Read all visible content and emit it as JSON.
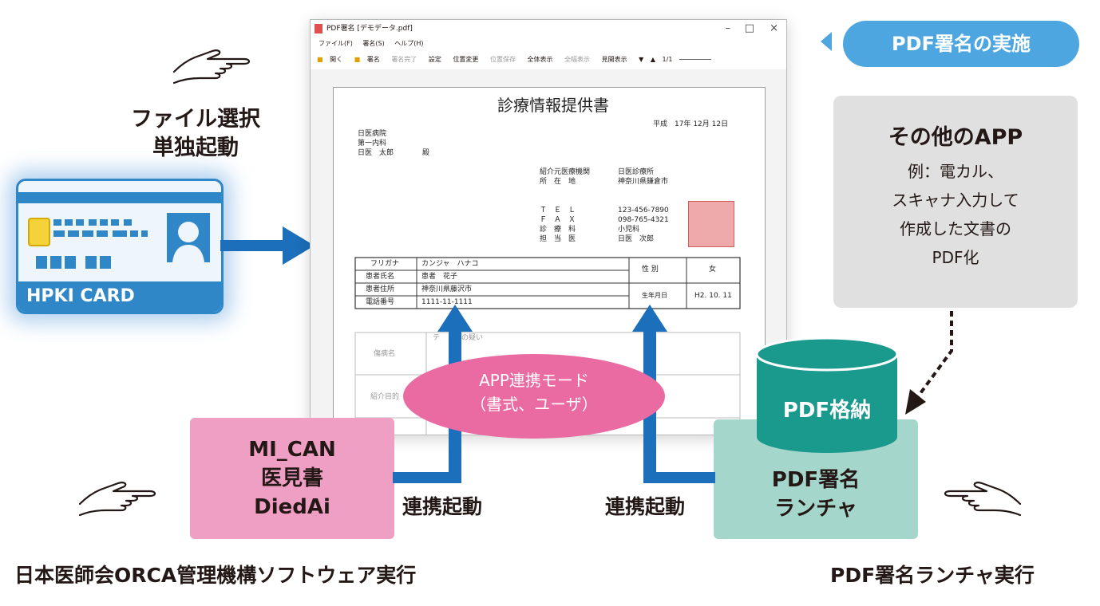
{
  "captions": {
    "file_select": "ファイル選択",
    "standalone": "単独起動",
    "footer_left": "日本医師会ORCA管理機構ソフトウェア実行",
    "footer_right": "PDF署名ランチャ実行",
    "link_left": "連携起動",
    "link_right": "連携起動"
  },
  "card": {
    "label": "HPKI CARD"
  },
  "pdf_sign_pill": "PDF署名の実施",
  "other_app": {
    "title": "その他のAPP",
    "lines": [
      "例：電カル、",
      "スキャナ入力して",
      "作成した文書の",
      "PDF化"
    ]
  },
  "storage": "PDF格納",
  "mican": [
    "MI_CAN",
    "医見書",
    "DiedAi"
  ],
  "launcher": [
    "PDF署名",
    "ランチャ"
  ],
  "app_mode": [
    "APP連携モード",
    "（書式、ユーザ）"
  ],
  "window": {
    "title": "PDF署名 [デモデータ.pdf]",
    "menu": [
      "ファイル(F)",
      "署名(S)",
      "ヘルプ(H)"
    ],
    "toolbar": [
      "開く",
      "署名",
      "署名完了",
      "設定",
      "位置変更",
      "位置保存",
      "全体表示",
      "全幅表示",
      "見開表示",
      "▼",
      "▲",
      "1/1"
    ],
    "controls": [
      "–",
      "□",
      "×"
    ]
  },
  "document": {
    "title": "診療情報提供書",
    "date": "平成　17年 12月 12日",
    "to": [
      "日医病院",
      "第一内科",
      "日医　太郎　　　　殿"
    ],
    "referrer_labels": [
      "紹介元医療機関",
      "所　在　地"
    ],
    "referrer_values": [
      "日医診療所",
      "神奈川県鎌倉市"
    ],
    "contact_labels": [
      "Ｔ　Ｅ　Ｌ",
      "Ｆ　Ａ　Ｘ",
      "診　療　科",
      "担　当　医"
    ],
    "contact_values": [
      "123-456-7890",
      "098-765-4321",
      "小児科",
      "日医　次郎"
    ],
    "table_labels": [
      "フリガナ",
      "患者氏名",
      "患者住所",
      "電話番号"
    ],
    "table_values": [
      "カンジャ　ハナコ",
      "患者　花子",
      "神奈川県藤沢市",
      "1111-11-1111"
    ],
    "sex_label": "性 別",
    "sex_value": "女",
    "dob_label": "生年月日",
    "dob_value": "H2. 10. 11",
    "lower_labels": [
      "傷病名",
      "紹介目的"
    ],
    "lower_text": "テ　　　の疑い"
  },
  "colors": {
    "blue": "#2f87c8",
    "arrow_blue": "#1b6fbb",
    "pink_box": "#ef9fc4",
    "pink_ellipse": "#ea6ba2",
    "teal_box": "#a4d6cc",
    "teal_cylinder": "#1a9a8c",
    "gray_box": "#e0e0e0",
    "sky_pill": "#4ea6e1"
  }
}
